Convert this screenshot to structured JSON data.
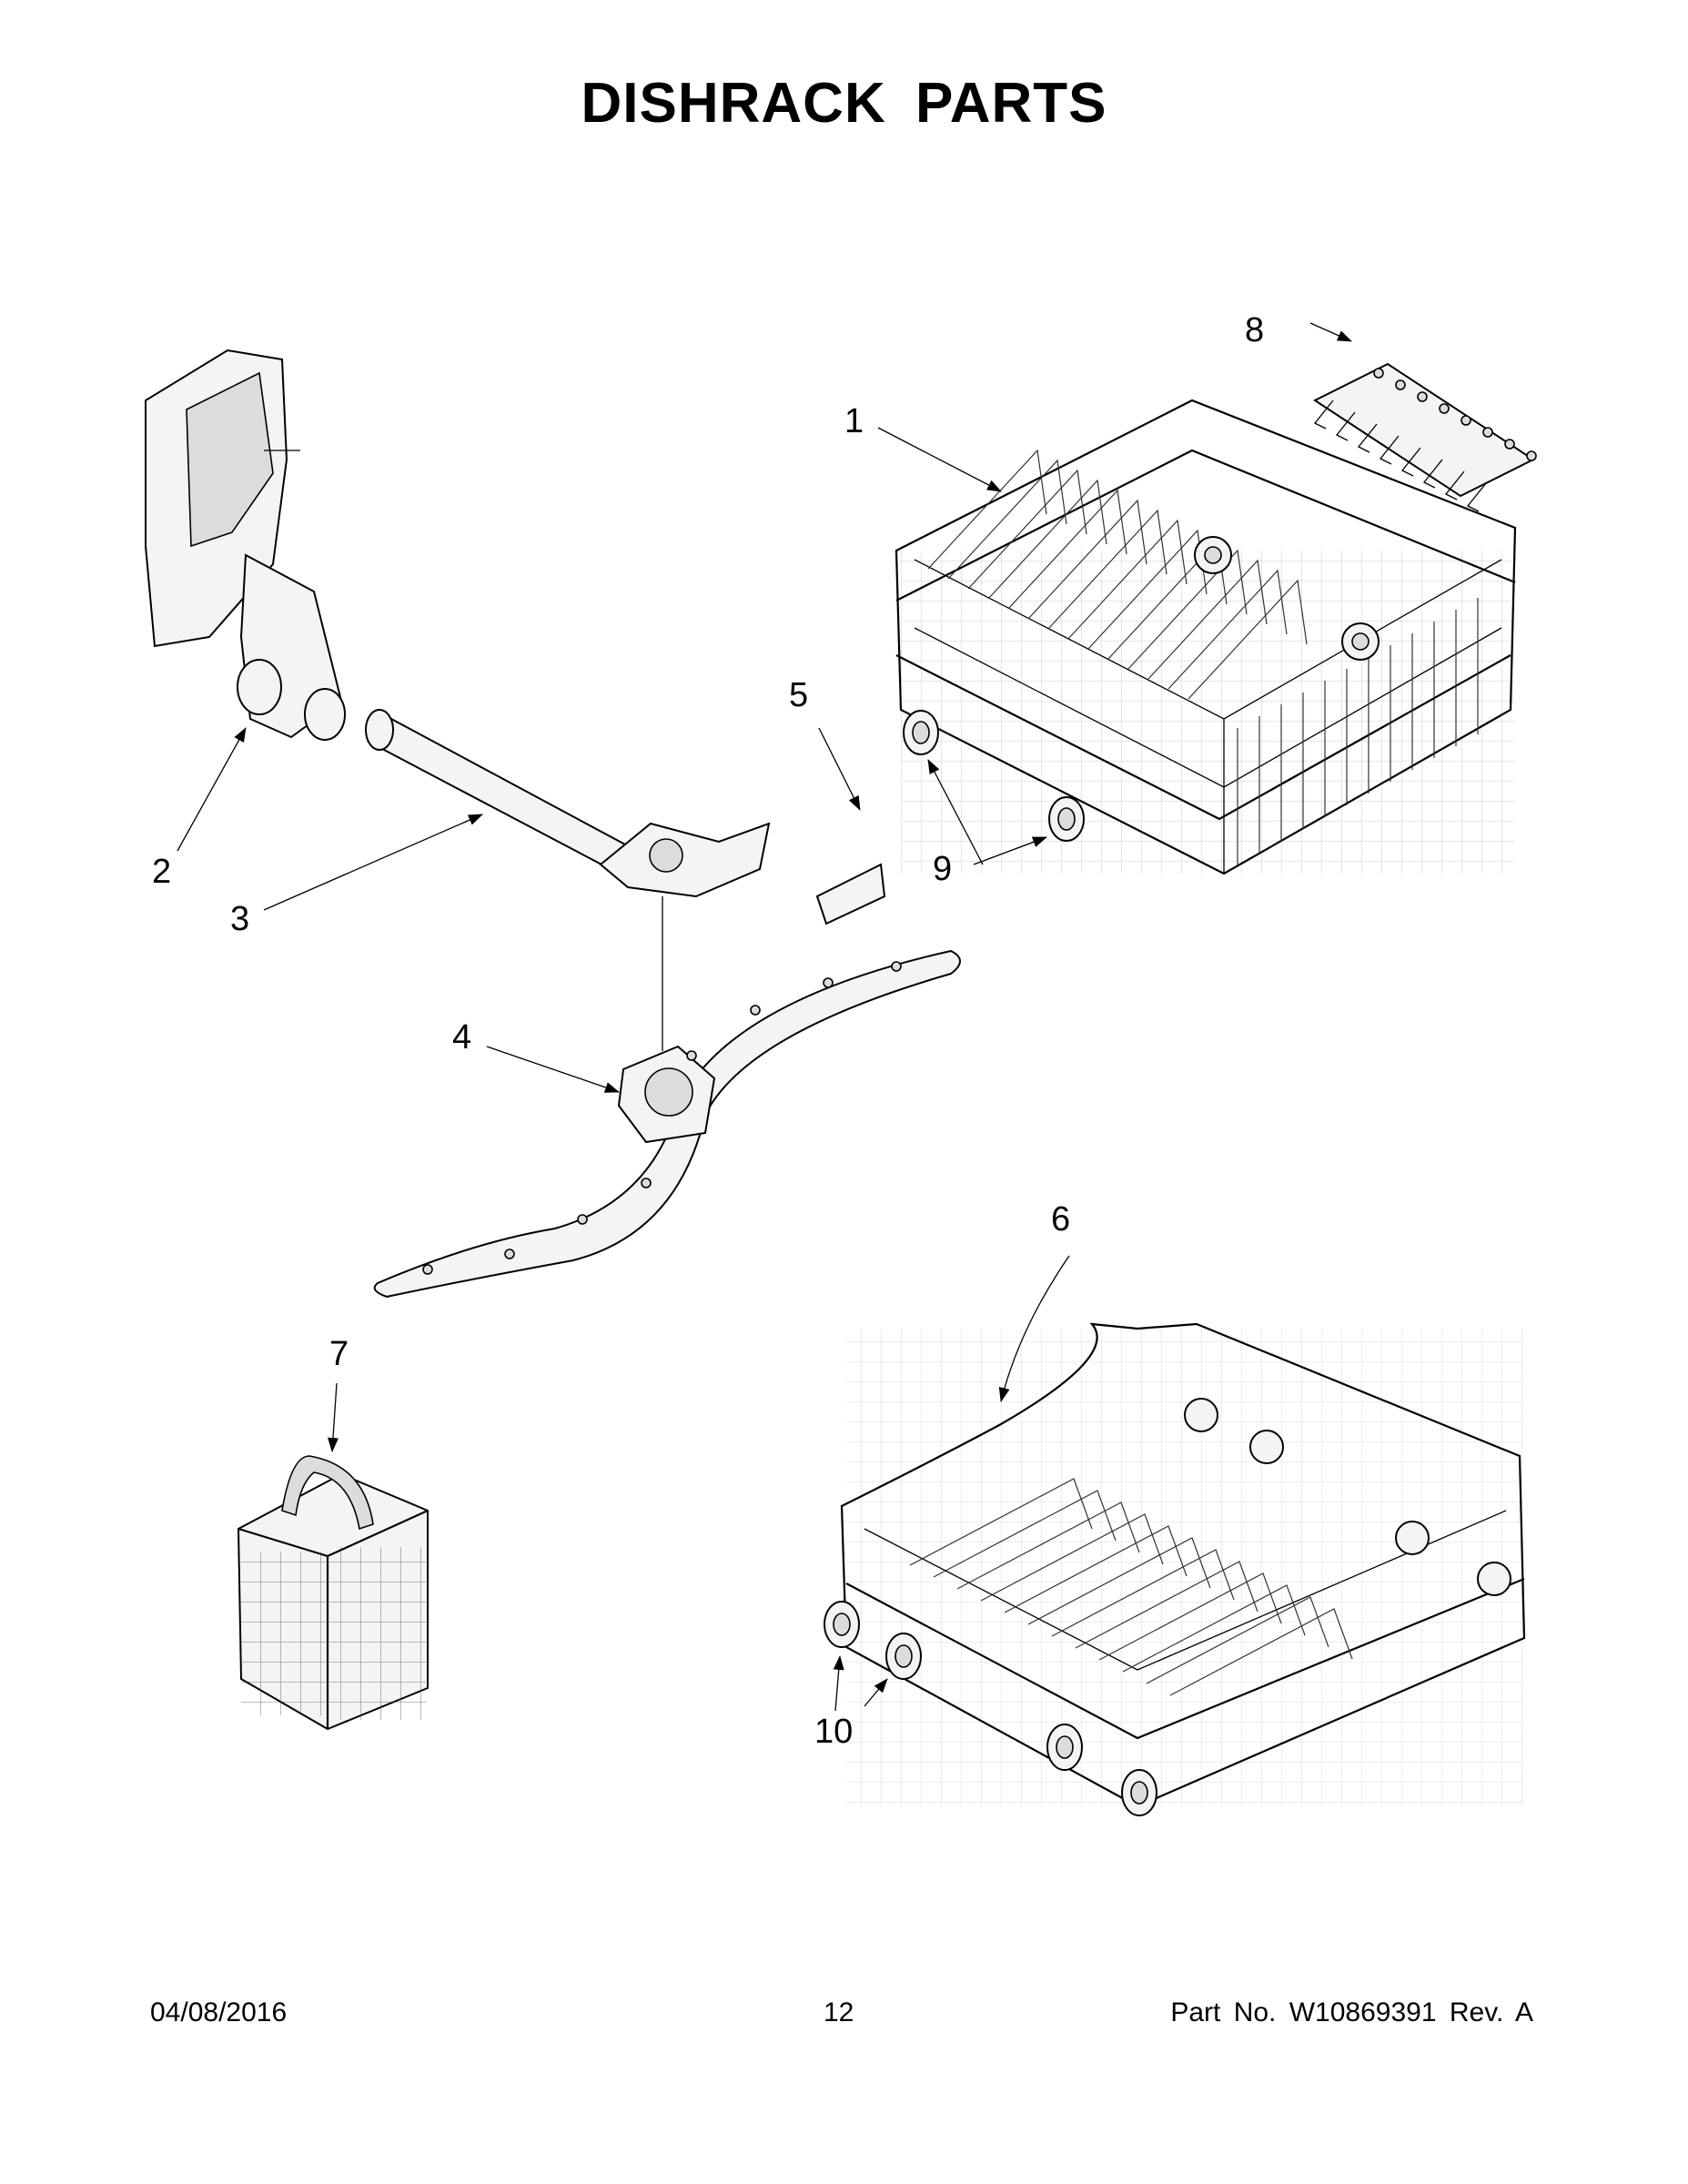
{
  "title": "DISHRACK PARTS",
  "callouts": {
    "c1": "1",
    "c2": "2",
    "c3": "3",
    "c4": "4",
    "c5": "5",
    "c6": "6",
    "c7": "7",
    "c8": "8",
    "c9": "9",
    "c10": "10"
  },
  "footer": {
    "date": "04/08/2016",
    "page": "12",
    "part": "Part No.  W10869391  Rev.  A"
  }
}
